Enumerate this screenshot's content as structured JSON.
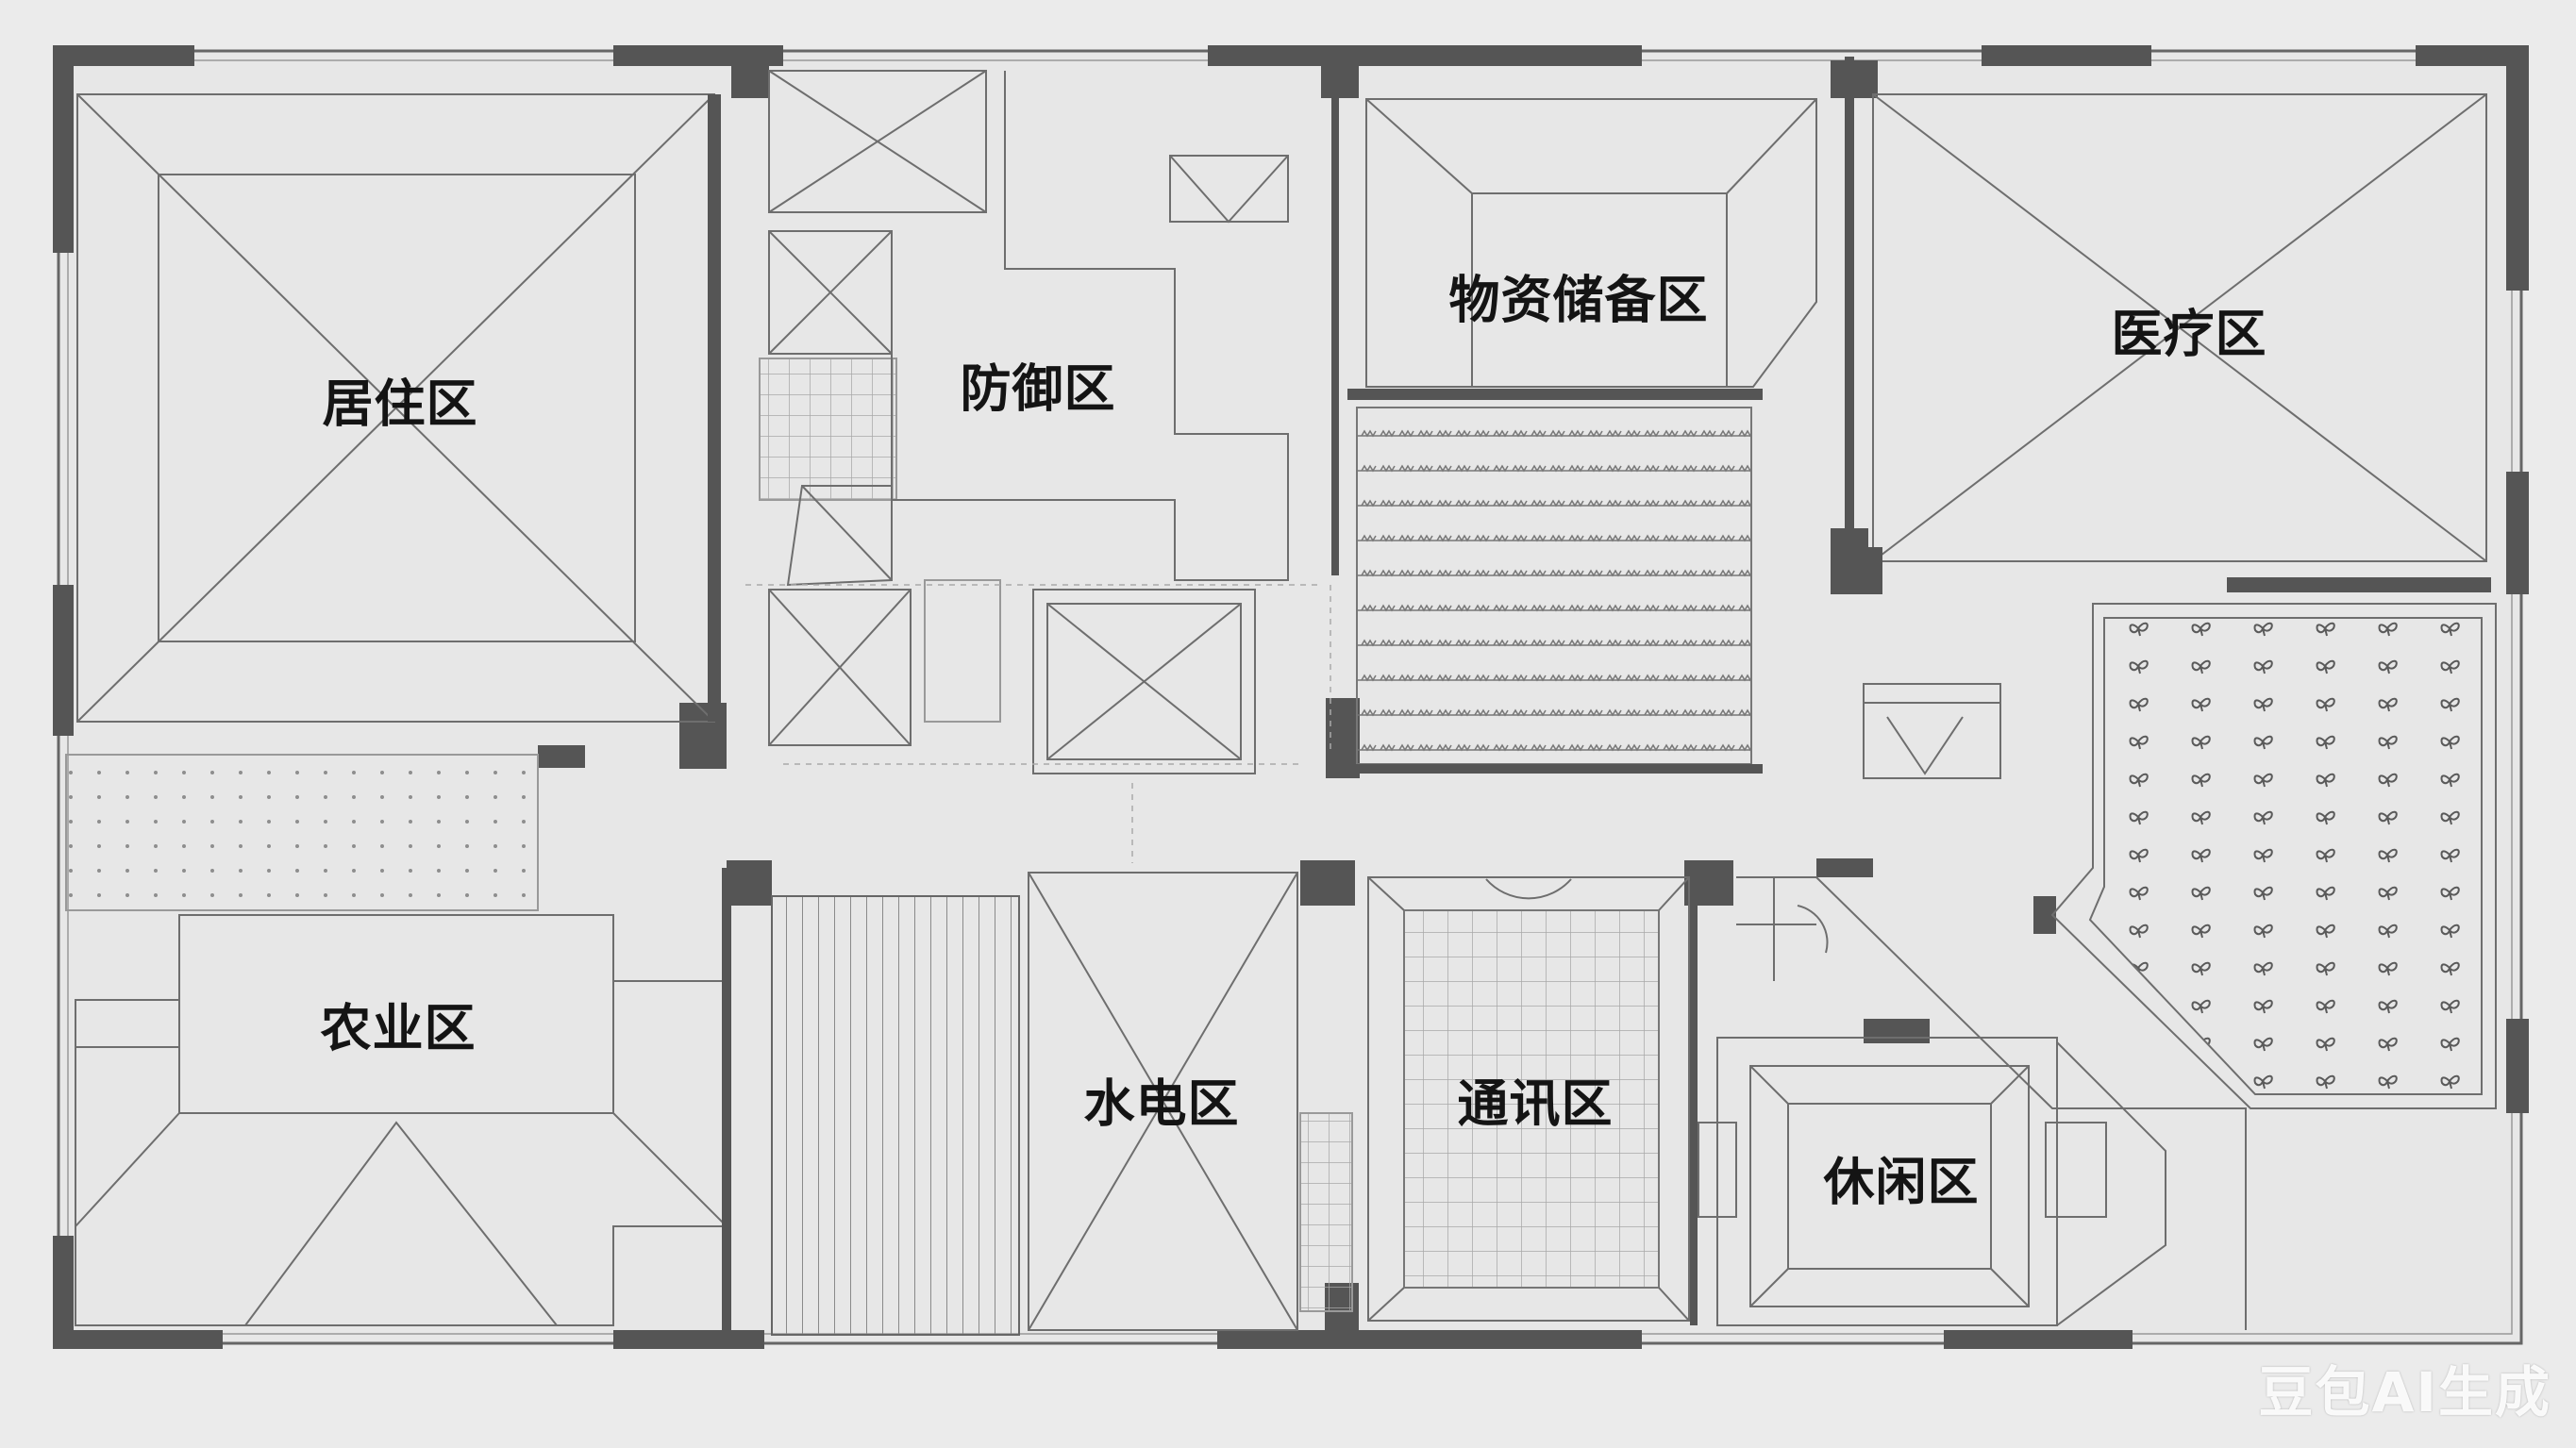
{
  "floor_plan": {
    "rooms": {
      "residential": "居住区",
      "defense": "防御区",
      "storage": "物资储备区",
      "medical": "医疗区",
      "agriculture": "农业区",
      "utilities": "水电区",
      "communication": "通讯区",
      "leisure": "休闲区"
    }
  },
  "watermark": "豆包AI生成",
  "colors": {
    "background": "#ebebeb",
    "floor": "#e7e7e7",
    "line": "#6e6e6e",
    "wall": "#555555",
    "label": "#141414"
  }
}
